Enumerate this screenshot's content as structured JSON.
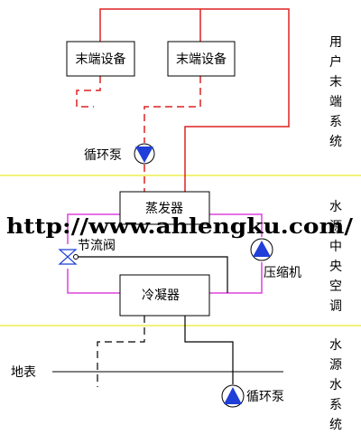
{
  "diagram": {
    "terminal_unit_1": "末端设备",
    "terminal_unit_2": "末端设备",
    "circulation_pump_top": "循环泵",
    "evaporator": "蒸发器",
    "throttle_valve": "节流阀",
    "compressor": "压缩机",
    "condenser": "冷凝器",
    "ground_surface": "地表",
    "circulation_pump_bottom": "循环泵",
    "section_user": [
      "用",
      "户",
      "末",
      "端",
      "系",
      "统"
    ],
    "section_central": [
      "水",
      "源",
      "中",
      "央",
      "空",
      "调"
    ],
    "section_water": [
      "水",
      "源",
      "水",
      "系",
      "统"
    ],
    "watermark_url": "http://www.ahlengku.com/"
  },
  "colors": {
    "red_line": "#dd2222",
    "magenta_line": "#dd44dd",
    "divider": "#f2f27a",
    "pump_fill": "#1f3fd8",
    "box_stroke": "#000000"
  }
}
